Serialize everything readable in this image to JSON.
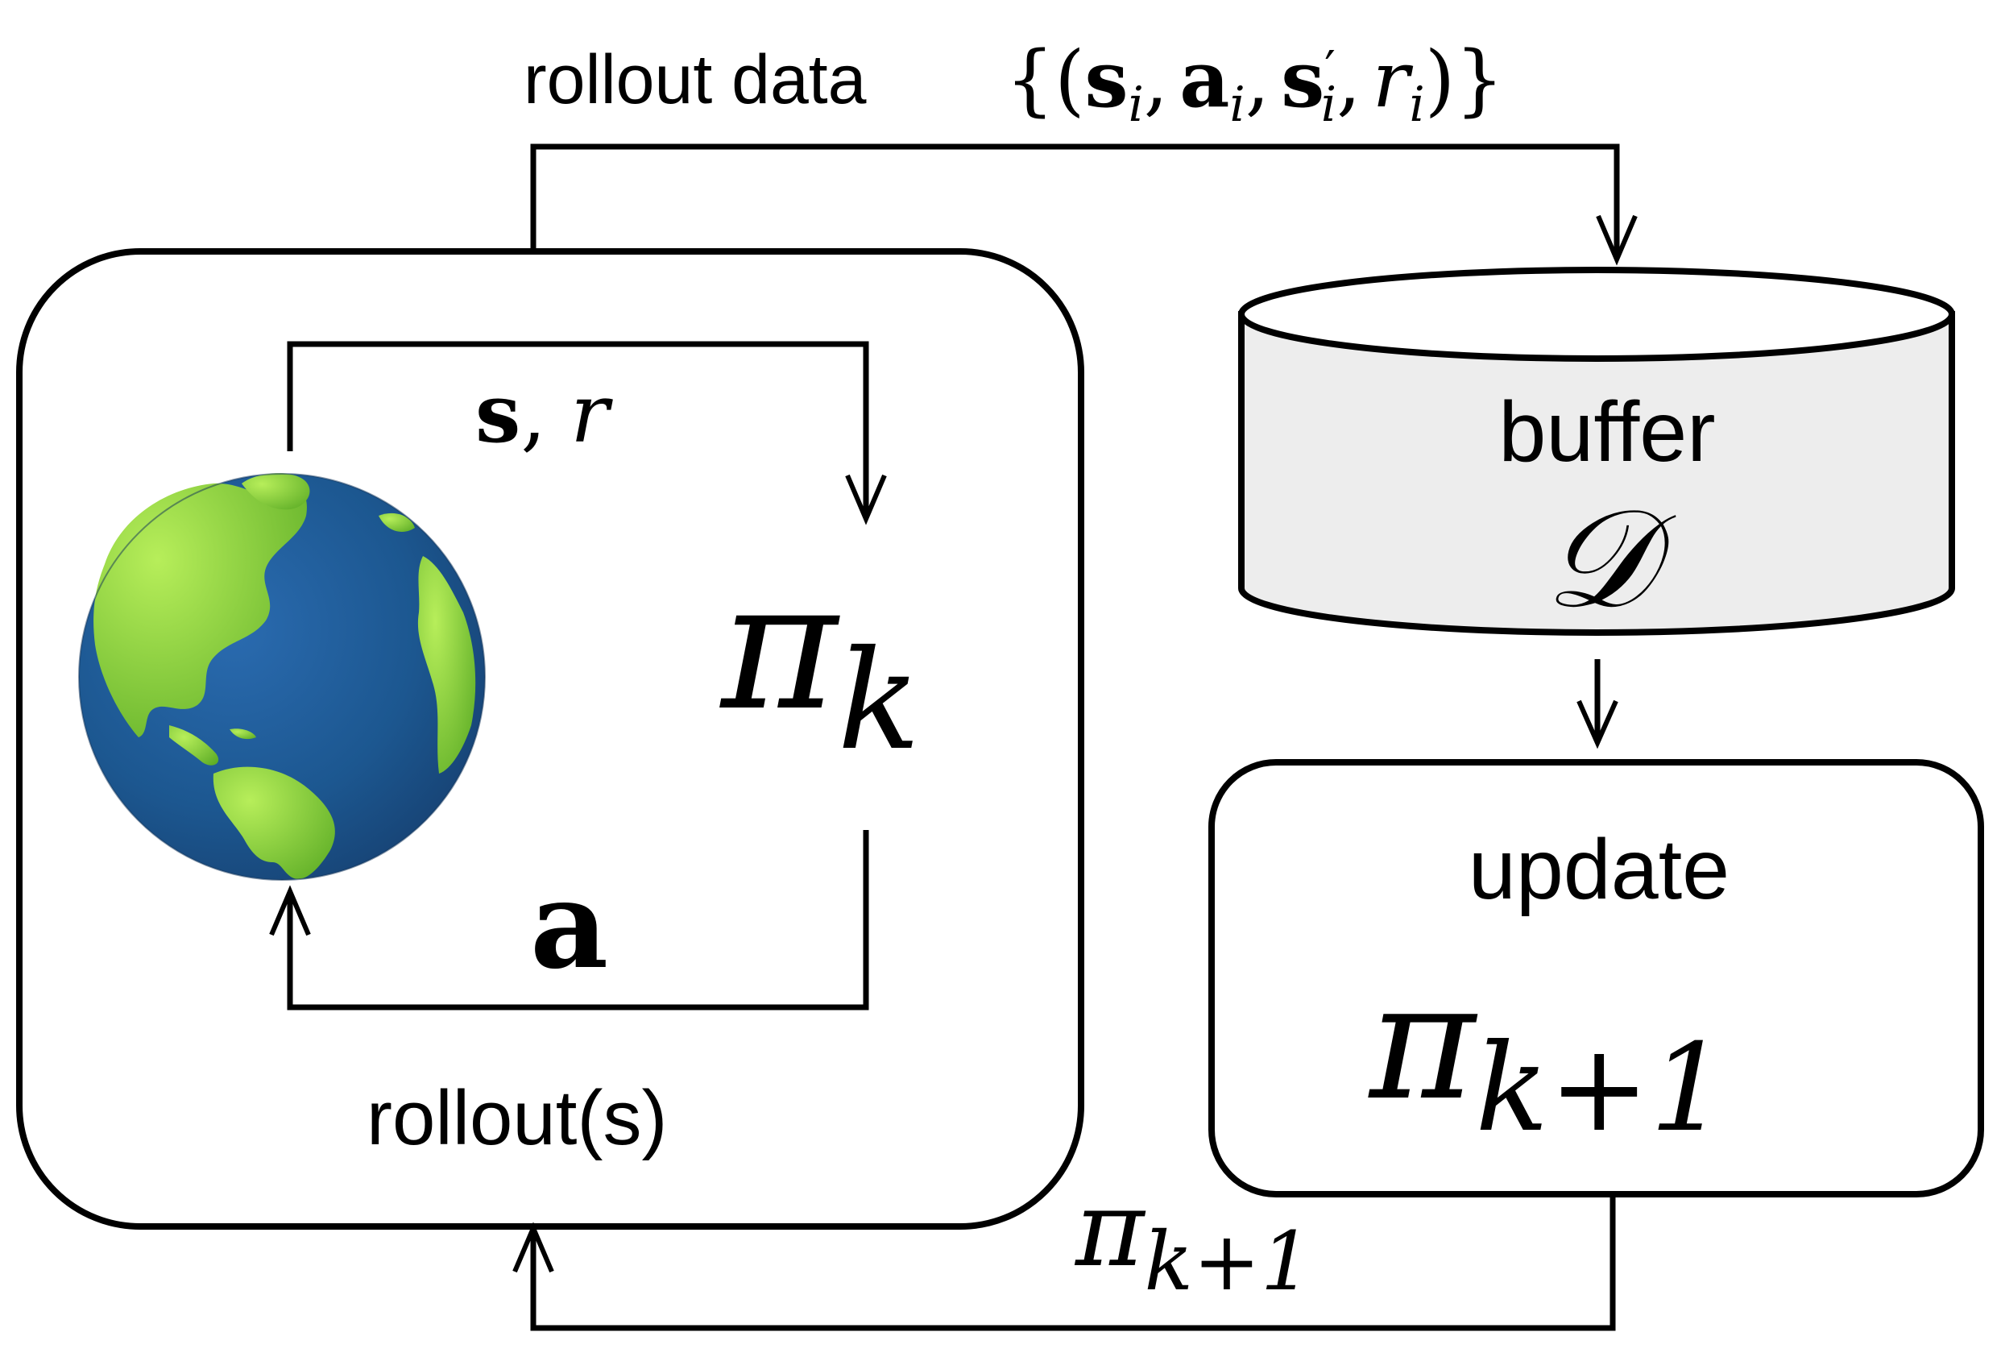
{
  "labels": {
    "rollout_data": "rollout data",
    "tuple_open": "{(",
    "s": "s",
    "a": "a",
    "sub_i": "i",
    "prime": "′",
    "r": "r",
    "comma": ",",
    "tuple_close": ")}",
    "env_obs_s": "s",
    "env_obs_comma": ",",
    "env_obs_r": "r",
    "pi": "π",
    "k": "k",
    "k_plus_1": "k+1",
    "action": "a",
    "rollouts": "rollout(s)",
    "buffer": "buffer",
    "buffer_symbol": "𝒟",
    "update": "update"
  },
  "icons": {
    "environment": "earth-globe-icon"
  },
  "colors": {
    "stroke": "#000000",
    "buffer_fill": "#ededed",
    "box_fill": "#ffffff",
    "ocean": "#1f5c96",
    "land": "#8fd13a"
  }
}
